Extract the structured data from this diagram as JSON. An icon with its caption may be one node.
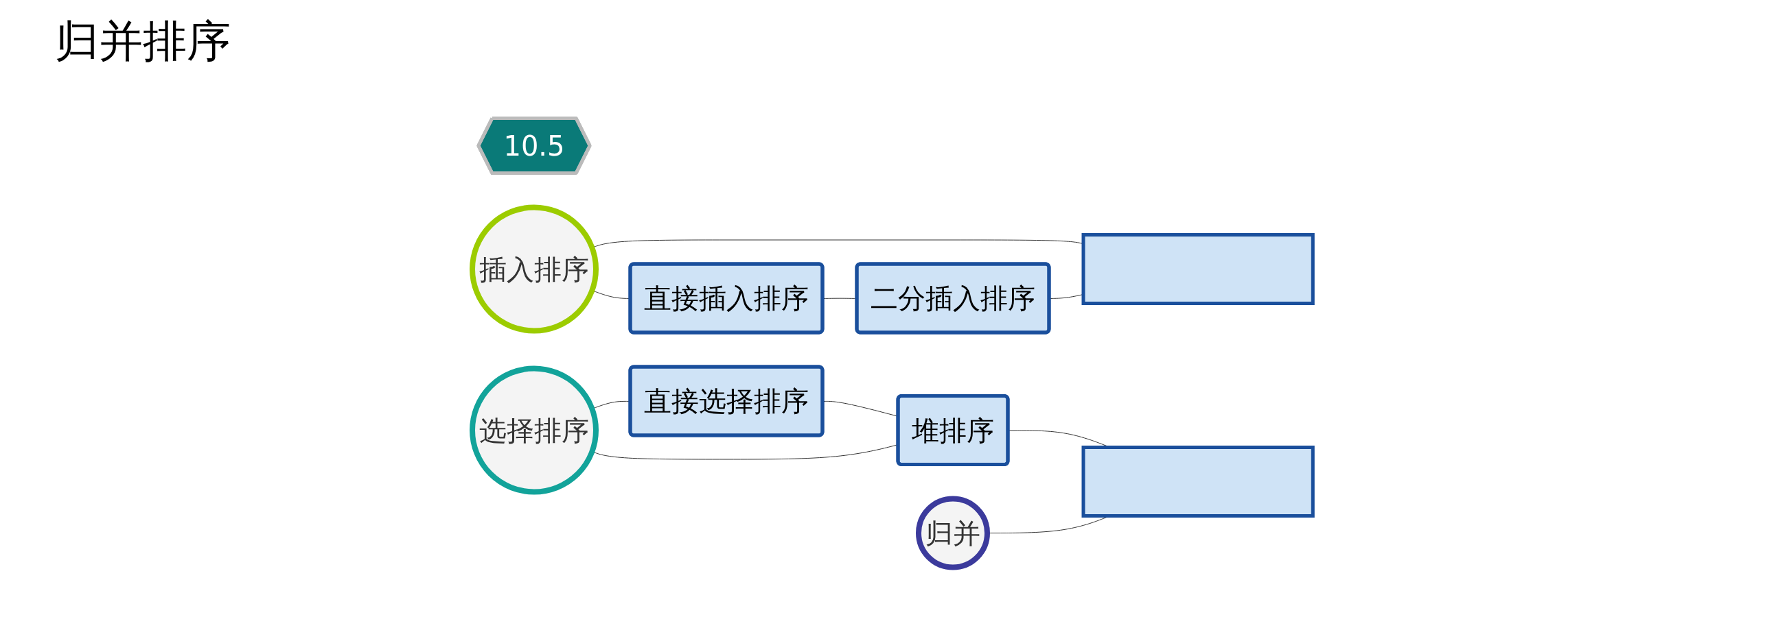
{
  "diagram": {
    "title": "归并排序",
    "nodes": [
      {
        "text": [
          "10.5"
        ]
      },
      {
        "text": [
          "直接插入排序"
        ]
      },
      {
        "text": [
          "直接选择排序"
        ]
      },
      {
        "text": [
          "插入排序"
        ]
      },
      {
        "text": [
          "选择排序"
        ]
      },
      {
        "text": [
          "二分插入排序"
        ]
      },
      {
        "text": [
          "堆排序"
        ]
      },
      {
        "text": [],
        "shape": "box"
      },
      {
        "text": [],
        "shape": "box"
      },
      {
        "text": [
          "归并"
        ]
      }
    ],
    "edges": [
      {
        "from": 3,
        "to": 1,
        "arrow": "none"
      },
      {
        "from": 3,
        "to": 7,
        "arrow": "none"
      },
      {
        "from": 1,
        "to": 5,
        "arrow": "none"
      },
      {
        "from": 5,
        "to": 7,
        "arrow": "none"
      },
      {
        "from": 2,
        "to": 6,
        "arrow": "none"
      },
      {
        "from": 6,
        "to": 8,
        "arrow": "none"
      },
      {
        "from": 4,
        "to": 2,
        "arrow": "none"
      },
      {
        "from": 4,
        "to": 6,
        "arrow": "none"
      },
      {
        "from": 9,
        "to": 8,
        "arrow": "none"
      }
    ]
  }
}
